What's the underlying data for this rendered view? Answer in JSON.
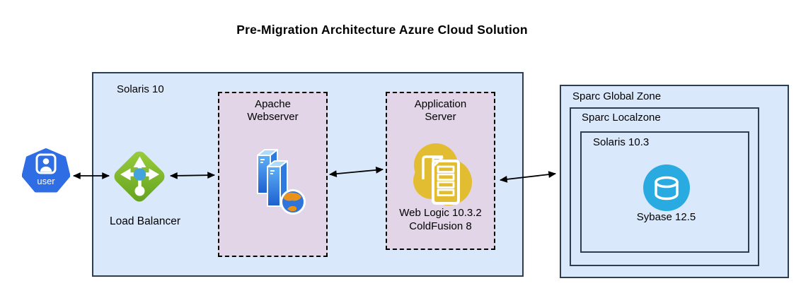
{
  "title": "Pre-Migration Architecture Azure Cloud Solution",
  "groups": {
    "solaris10": {
      "label": "Solaris 10"
    },
    "sparc_global_zone": {
      "label": "Sparc Global Zone"
    },
    "sparc_localzone": {
      "label": "Sparc Localzone"
    },
    "solaris103": {
      "label": "Solaris 10.3"
    }
  },
  "nodes": {
    "user": {
      "label": "user",
      "icon": "user-icon"
    },
    "load_balancer": {
      "label": "Load Balancer",
      "icon": "load-balancer-icon"
    },
    "apache_webserver": {
      "label_line1": "Apache",
      "label_line2": "Webserver",
      "icon": "web-server-icon"
    },
    "application_server": {
      "label_line1": "Application",
      "label_line2": "Server",
      "caption_line1": "Web Logic 10.3.2",
      "caption_line2": "ColdFusion 8",
      "icon": "application-server-icon"
    },
    "sybase": {
      "label": "Sybase 12.5",
      "icon": "database-icon"
    }
  },
  "connections": [
    {
      "from": "user",
      "to": "load_balancer",
      "style": "double-headed-arrow"
    },
    {
      "from": "load_balancer",
      "to": "apache_webserver",
      "style": "double-headed-arrow"
    },
    {
      "from": "apache_webserver",
      "to": "application_server",
      "style": "double-headed-arrow"
    },
    {
      "from": "application_server",
      "to": "sparc_global_zone",
      "style": "double-headed-arrow"
    }
  ],
  "colors": {
    "container_fill": "#dae8fc",
    "container_border": "#2d3e50",
    "zone_fill": "#e1d5e7",
    "zone_border": "#000000",
    "user_blue": "#2e6de4",
    "lb_green_light": "#9bce3e",
    "lb_green_dark": "#63a11e",
    "lb_center_blue": "#45a3dc",
    "server_blue_light": "#5fb0f7",
    "server_blue_dark": "#1c5fd0",
    "globe_orange": "#e8921b",
    "app_yellow": "#e3bd31",
    "db_cyan": "#29abe2",
    "arrow": "#000000"
  }
}
